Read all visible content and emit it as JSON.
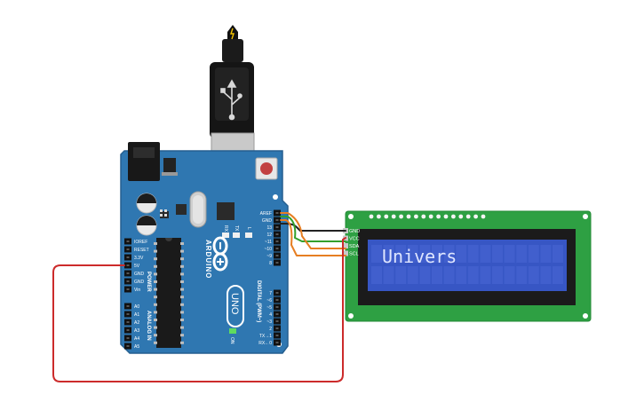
{
  "lcd": {
    "text": "Univers",
    "pins": [
      "GND",
      "VCC",
      "SDA",
      "SCL"
    ]
  },
  "arduino": {
    "brand": "ARDUINO",
    "model": "UNO",
    "power_header_title": "POWER",
    "analog_header_title": "ANALOG IN",
    "digital_header_title": "DIGITAL (PWM~)",
    "power_pins": [
      "IOREF",
      "RESET",
      "3.3V",
      "5V",
      "GND",
      "GND",
      "Vin"
    ],
    "analog_pins": [
      "A0",
      "A1",
      "A2",
      "A3",
      "A4",
      "A5"
    ],
    "digital_top_pins": [
      "AREF",
      "GND",
      "13",
      "12",
      "~11",
      "~10",
      "~9",
      "8"
    ],
    "digital_bottom_pins": [
      "7",
      "~6",
      "~5",
      "4",
      "~3",
      "2",
      "TX→1",
      "RX←0"
    ],
    "led_labels": [
      "RX",
      "TX",
      "L"
    ],
    "on_label": "ON"
  },
  "wires": {
    "colors": {
      "gnd": "#222222",
      "vcc": "#33a02c",
      "sda": "#e67e22",
      "scl": "#e67e22",
      "power": "#cc2b2b"
    }
  },
  "colors": {
    "board": "#2f77b1",
    "board_dark": "#1f5a8a",
    "lcd_pcb": "#2ea043",
    "lcd_screen": "#3756c4",
    "lcd_text": "#dfe6ff"
  }
}
